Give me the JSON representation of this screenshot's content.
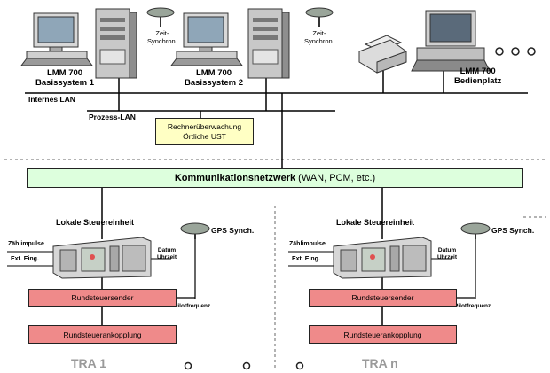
{
  "central": {
    "system1_line1": "LMM 700",
    "system1_line2": "Basissystem 1",
    "system2_line1": "LMM 700",
    "system2_line2": "Basissystem 2",
    "operator_line1": "LMM 700",
    "operator_line2": "Bedienplatz",
    "time_sync_1_line1": "Zeit-",
    "time_sync_1_line2": "Synchron.",
    "time_sync_2_line1": "Zeit-",
    "time_sync_2_line2": "Synchron.",
    "internal_lan": "Internes LAN",
    "process_lan": "Prozess-LAN",
    "monitor_line1": "Rechnerüberwachung",
    "monitor_line2": "Örtliche UST"
  },
  "network": {
    "title": "Kommunikationsnetzwerk",
    "subtitle": " (WAN, PCM, etc.)"
  },
  "stations": [
    {
      "name": "TRA 1",
      "local_unit": "Lokale Steuereinheit",
      "gps": "GPS Synch.",
      "pulse_input": "Zählimpulse",
      "ext_input": "Ext. Eing.",
      "date_line1": "Datum",
      "date_line2": "Uhrzeit",
      "pilot": "Pilotfrequenz",
      "transmitter": "Rundsteuersender",
      "coupling": "Rundsteuerankopplung"
    },
    {
      "name": "TRA n",
      "local_unit": "Lokale Steuereinheit",
      "gps": "GPS Synch.",
      "pulse_input": "Zählimpulse",
      "ext_input": "Ext. Eing.",
      "date_line1": "Datum",
      "date_line2": "Uhrzeit",
      "pilot": "Pilotfrequenz",
      "transmitter": "Rundsteuersender",
      "coupling": "Rundsteuerankopplung"
    }
  ],
  "colors": {
    "monitor_box": "#ffffc4",
    "network_box": "#ddffdd",
    "red_box": "#ef8a8a",
    "separator": "#9a9a9a",
    "device": "#c8c8c8"
  }
}
